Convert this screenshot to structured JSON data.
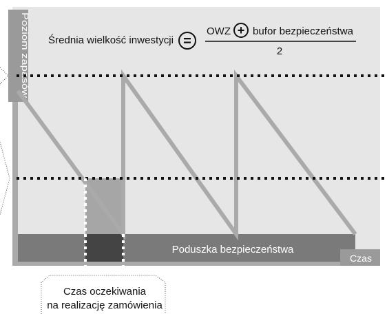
{
  "diagram": {
    "y_axis_label": "Poziom zapasów",
    "x_axis_label": "Czas",
    "formula": {
      "lhs": "Średnia wielkość inwestycji",
      "equals_symbol": "=",
      "numerator_a": "OWZ",
      "plus_symbol": "+",
      "numerator_b": "bufor bezpieczeństwa",
      "denominator": "2"
    },
    "safety_stock_label": "Poduszka bezpieczeństwa",
    "lead_time_label_line1": "Czas oczekiwania",
    "lead_time_label_line2": "na realizację zamówienia",
    "colors": {
      "plot_background": "#e6e6e6",
      "axis_and_sawtooth": "#aaaaaa",
      "safety_band": "#7a7a7a",
      "lead_time_dark": "#444444",
      "lead_time_shaded": "#a6a6a6",
      "x_label_box": "#9a9a9a",
      "dotted_lines": "#111111"
    }
  }
}
